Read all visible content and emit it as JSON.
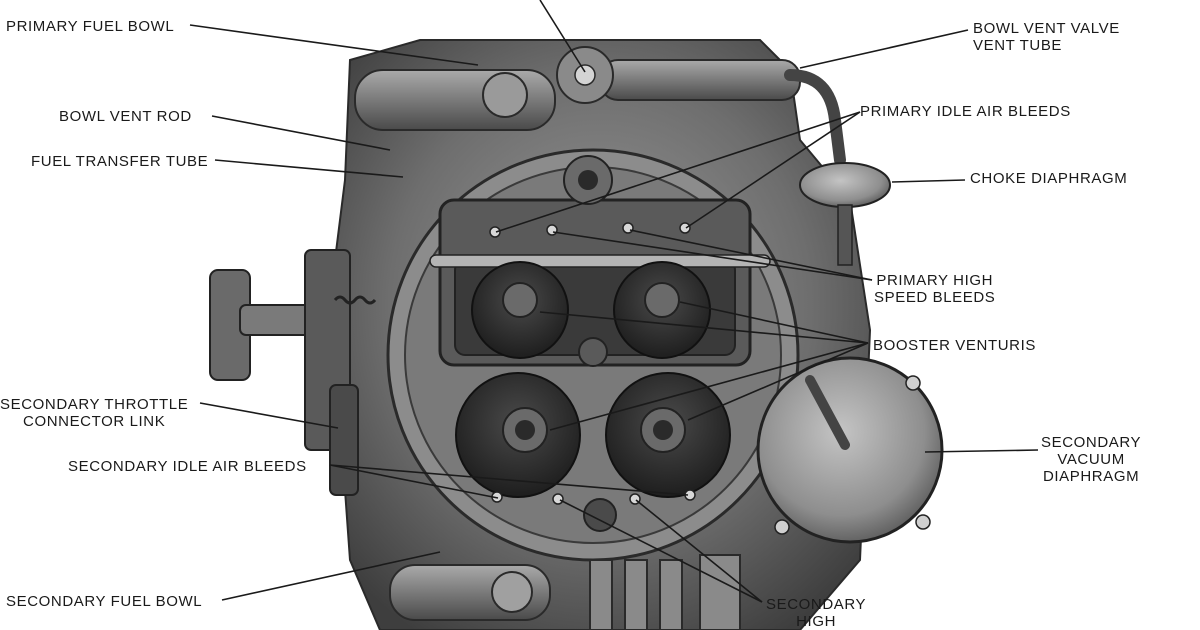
{
  "labels": {
    "primary_fuel_bowl": "PRIMARY FUEL BOWL",
    "bowl_vent_rod": "BOWL VENT ROD",
    "fuel_transfer_tube": "FUEL TRANSFER TUBE",
    "secondary_throttle_connector_link_1": "SECONDARY THROTTLE",
    "secondary_throttle_connector_link_2": "CONNECTOR LINK",
    "secondary_idle_air_bleeds": "SECONDARY IDLE AIR BLEEDS",
    "secondary_fuel_bowl": "SECONDARY FUEL BOWL",
    "bowl_vent_valve_vent_tube_1": "BOWL VENT VALVE",
    "bowl_vent_valve_vent_tube_2": "VENT TUBE",
    "primary_idle_air_bleeds": "PRIMARY IDLE AIR BLEEDS",
    "choke_diaphragm": "CHOKE DIAPHRAGM",
    "primary_high_speed_bleeds_1": "PRIMARY HIGH",
    "primary_high_speed_bleeds_2": "SPEED BLEEDS",
    "booster_venturis": "BOOSTER VENTURIS",
    "secondary_vacuum_diaphragm_1": "SECONDARY",
    "secondary_vacuum_diaphragm_2": "VACUUM",
    "secondary_vacuum_diaphragm_3": "DIAPHRAGM",
    "secondary_high_1": "SECONDARY",
    "secondary_high_2": "HIGH"
  },
  "colors": {
    "background": "#ffffff",
    "metal_dark": "#3a3a3a",
    "metal_mid": "#6e6e6e",
    "metal_light": "#a8a8a8",
    "text": "#1a1a1a"
  }
}
